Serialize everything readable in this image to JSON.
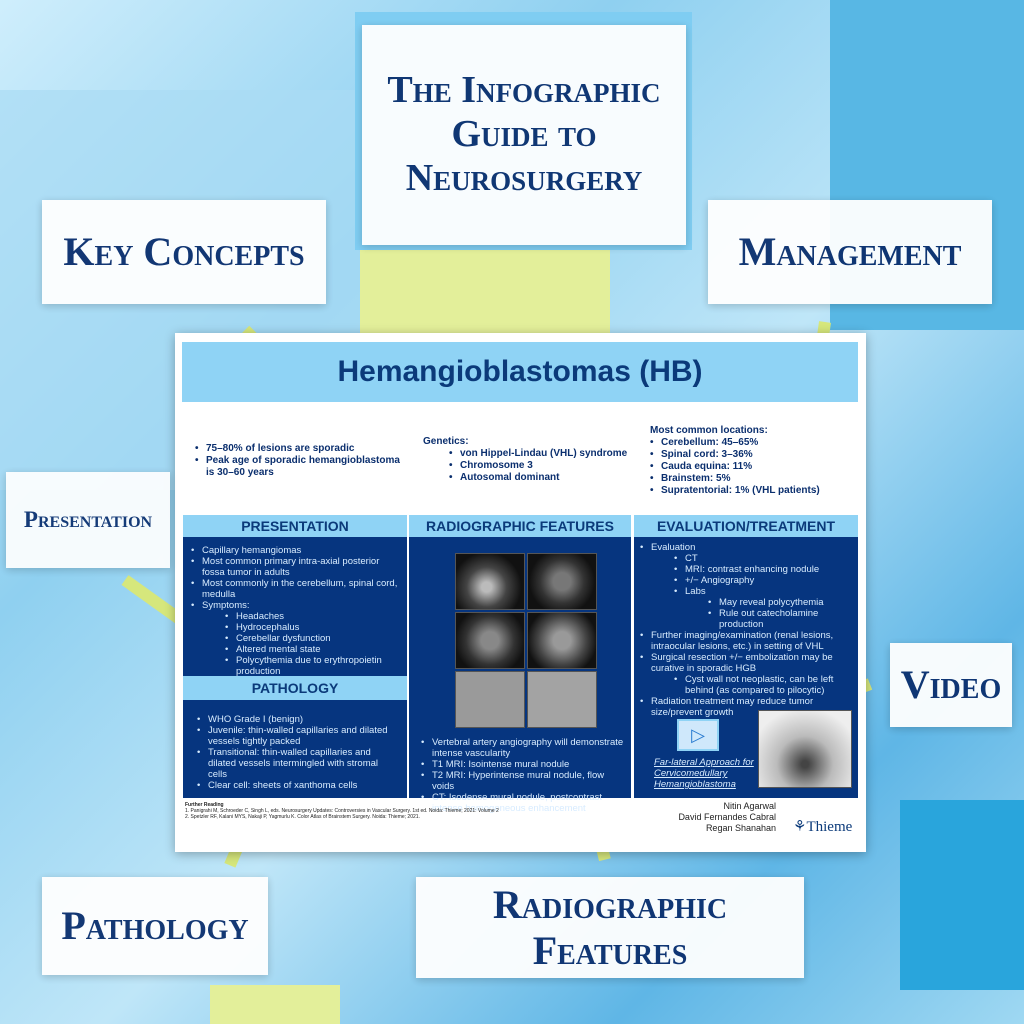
{
  "book_title": "The Infographic Guide to Neurosurgery",
  "labels": {
    "key_concepts": "Key Concepts",
    "management": "Management",
    "presentation": "Presentation",
    "video": "Video",
    "pathology": "Pathology",
    "radiographic": "Radiographic Features"
  },
  "poster": {
    "title": "Hemangioblastomas (HB)",
    "key_concepts": [
      "75–80% of lesions are sporadic",
      "Peak age of sporadic hemangioblastoma is 30–60 years"
    ],
    "genetics_label": "Genetics:",
    "genetics": [
      "von Hippel-Lindau (VHL) syndrome",
      "Chromosome 3",
      "Autosomal dominant"
    ],
    "locations_label": "Most common locations:",
    "locations": [
      "Cerebellum: 45–65%",
      "Spinal cord: 3–36%",
      "Cauda equina: 11%",
      "Brainstem: 5%",
      "Supratentorial: 1% (VHL patients)"
    ],
    "presentation": {
      "header": "PRESENTATION",
      "items": [
        "Capillary hemangiomas",
        "Most common primary intra-axial posterior fossa tumor in adults",
        "Most commonly in the cerebellum, spinal cord, medulla",
        "Symptoms:"
      ],
      "symptoms": [
        "Headaches",
        "Hydrocephalus",
        "Cerebellar dysfunction",
        "Altered mental state",
        "Polycythemia due to erythropoietin production"
      ]
    },
    "pathology": {
      "header": "PATHOLOGY",
      "items": [
        "WHO Grade I (benign)",
        "Juvenile: thin-walled capillaries and dilated vessels tightly packed",
        "Transitional: thin-walled capillaries and dilated vessels intermingled with stromal cells",
        "Clear cell: sheets of xanthoma cells"
      ]
    },
    "radiographic": {
      "header": "RADIOGRAPHIC FEATURES",
      "items": [
        "Vertebral artery angiography will demonstrate intense vascularity",
        "T1 MRI: Isointense mural nodule",
        "T2 MRI: Hyperintense mural nodule, flow voids",
        "CT: Isodense mural nodule, postcontrast intense homogeneous enhancement"
      ]
    },
    "evaluation": {
      "header": "EVALUATION/TREATMENT",
      "eval": "Evaluation",
      "eval_sub": [
        "CT",
        "MRI: contrast enhancing nodule",
        "+/− Angiography",
        "Labs"
      ],
      "labs_sub": [
        "May reveal polycythemia",
        "Rule out catecholamine production"
      ],
      "further": "Further imaging/examination (renal lesions, intraocular lesions, etc.) in setting of VHL",
      "surgical": "Surgical resection +/− embolization may be curative in sporadic HGB",
      "cyst": "Cyst wall not neoplastic, can be left behind (as compared to pilocytic)",
      "radiation": "Radiation treatment may reduce tumor size/prevent growth",
      "video_link": "Far-lateral Approach for Cervicomedullary Hemangioblastoma"
    },
    "further_reading_label": "Further Reading",
    "refs": [
      "1.    Panigrahi M, Schroeder C, Singh L, eds. Neurosurgery Updates: Controversies in Vascular Surgery. 1st ed. Noida: Thieme; 2021: Volume 2",
      "2.    Spetzler RF, Kalani MYS, Nakaji P, Yagmurlu K. Color Atlas of Brainstem Surgery. Noida: Thieme; 2021."
    ],
    "authors": [
      "Nitin Agarwal",
      "David Fernandes Cabral",
      "Regan Shanahan"
    ],
    "publisher": "Thieme"
  },
  "colors": {
    "navy": "#06357f",
    "light_blue": "#8fd3f5",
    "accent_line": "#d6e77c"
  }
}
